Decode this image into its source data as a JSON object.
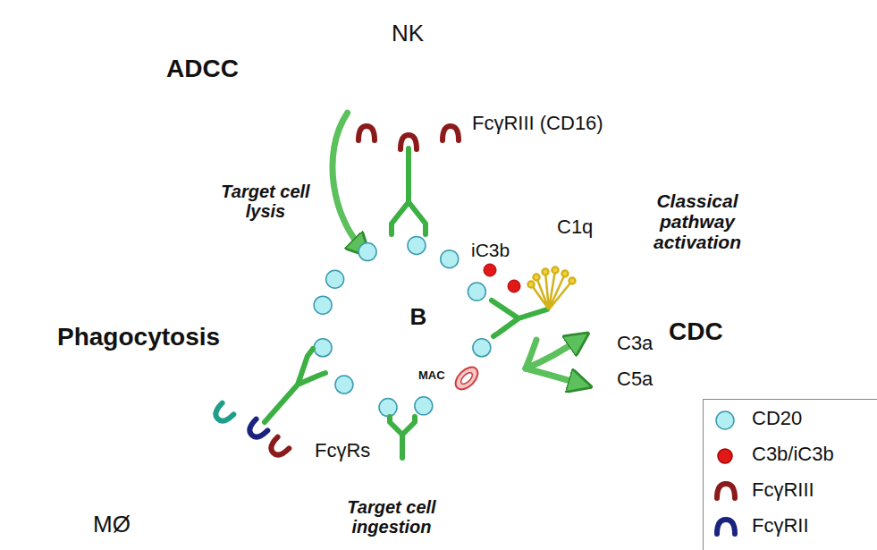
{
  "diagram": {
    "nodes": [
      {
        "text": [
          "NK"
        ]
      },
      {
        "text": [
          "B"
        ]
      },
      {
        "text": [
          "MØ"
        ]
      }
    ],
    "edges": [
      {
        "from": 0,
        "to": 1,
        "arrow": "to"
      }
    ],
    "labels": [
      "ADCC",
      "FcγRIII (CD16)",
      "Target cell lysis",
      "iC3b",
      "C1q",
      "Classical pathway activation",
      "CDC",
      "C3a",
      "C5a",
      "MAC",
      "Phagocytosis",
      "FcγRs",
      "Target cell ingestion"
    ],
    "legend": [
      {
        "text": "CD20",
        "color": "#b2eef2"
      },
      {
        "text": "C3b/iC3b",
        "color": "#e01818"
      },
      {
        "text": "FcγRIII"
      },
      {
        "text": "FcγRII"
      }
    ]
  }
}
